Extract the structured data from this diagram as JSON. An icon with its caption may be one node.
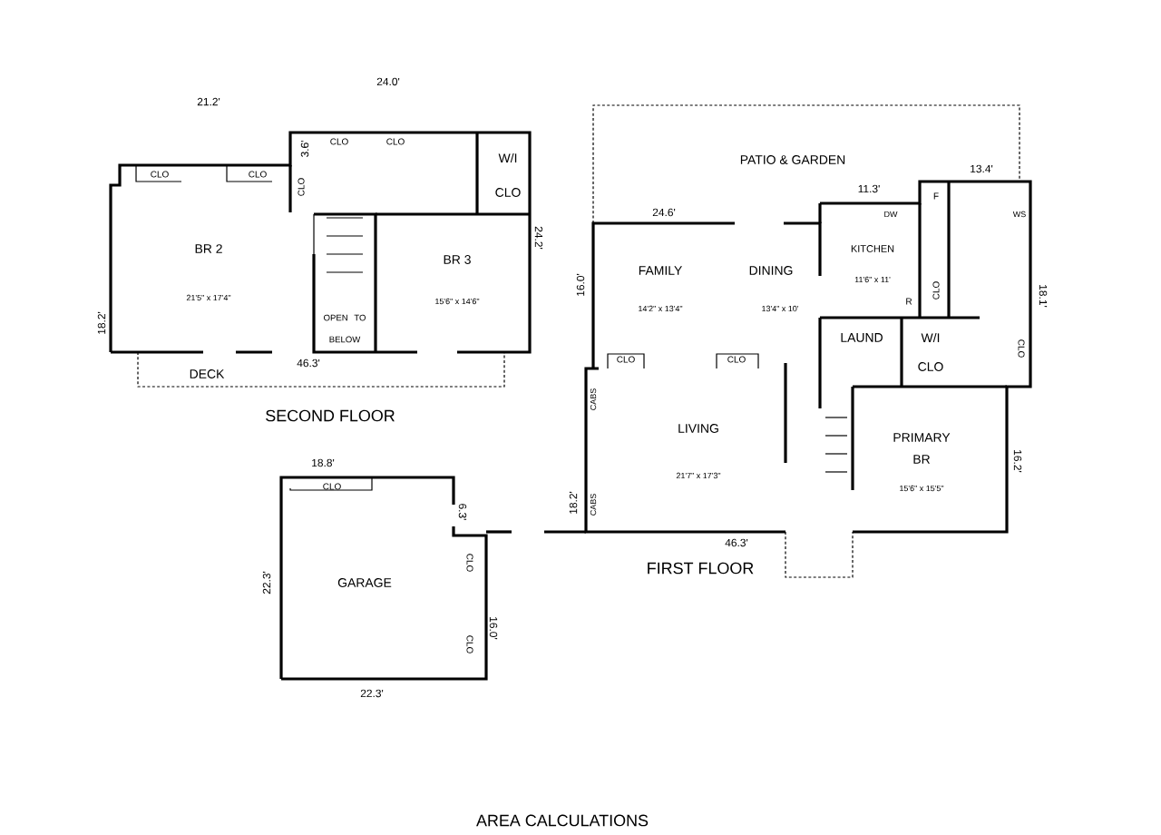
{
  "diagram": {
    "labels": [
      "24.0'",
      "21.2'",
      "3.6'",
      "CLO",
      "CLO",
      "W/I",
      "CLO",
      "CLO",
      "CLO",
      "CLO",
      "BR 2",
      "BR 3",
      "24.2'",
      "21'5\" x 17'4\"",
      "15'6\" x 14'6\"",
      "18.2'",
      "OPEN TO BELOW",
      "DECK",
      "46.3'",
      "SECOND FLOOR",
      "PATIO & GARDEN",
      "13.4'",
      "11.3'",
      "F",
      "24.6'",
      "DW",
      "WS",
      "KITCHEN",
      "FAMILY",
      "DINING",
      "16.0'",
      "11'6\" x 11'",
      "14'2\" x 13'4\"",
      "13'4\" x 10'",
      "R",
      "CLO",
      "18.1'",
      "LAUND",
      "W/I",
      "CLO",
      "CLO",
      "CLO",
      "CLO",
      "CABS",
      "LIVING",
      "PRIMARY BR",
      "16.2'",
      "21'7\" x 17'3\"",
      "15'6\" x 15'5\"",
      "18.2'",
      "CABS",
      "46.3'",
      "FIRST FLOOR",
      "18.8'",
      "CLO",
      "6.3'",
      "CLO",
      "GARAGE",
      "22.3'",
      "16.0'",
      "CLO",
      "22.3'",
      "AREA CALCULATIONS"
    ]
  }
}
